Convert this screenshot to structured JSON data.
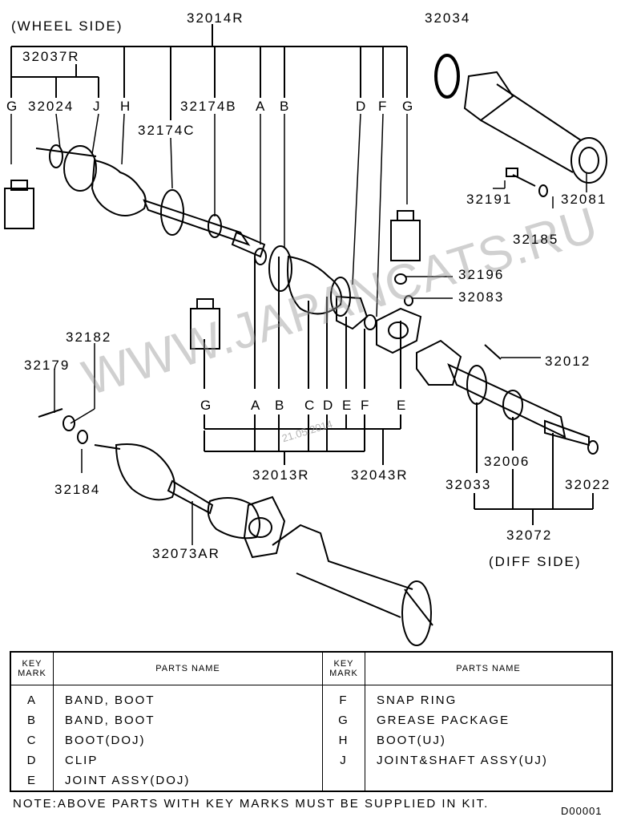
{
  "diagram": {
    "labels": {
      "wheel_side": "(WHEEL SIDE)",
      "diff_side": "(DIFF SIDE)",
      "p32014R": "32014R",
      "p32034": "32034",
      "p32037R": "32037R",
      "p32024": "32024",
      "p32174B": "32174B",
      "p32174C": "32174C",
      "p32191": "32191",
      "p32081": "32081",
      "p32185": "32185",
      "p32196": "32196",
      "p32083": "32083",
      "p32012": "32012",
      "p32182": "32182",
      "p32179": "32179",
      "p32184": "32184",
      "p32013R": "32013R",
      "p32043R": "32043R",
      "p32006": "32006",
      "p32033": "32033",
      "p32022": "32022",
      "p32072": "32072",
      "p32073AR": "32073AR"
    },
    "top_key_marks": [
      "G",
      "J",
      "H",
      "A",
      "B",
      "D",
      "F",
      "G"
    ],
    "bottom_key_marks": [
      "G",
      "A",
      "B",
      "C",
      "D",
      "E",
      "F",
      "E"
    ],
    "watermark": "WWW.JAPANCATS.RU",
    "date_stamp": "21.05.2014"
  },
  "key_table": {
    "headers": {
      "key_mark": "KEY MARK",
      "parts_name": "PARTS NAME"
    },
    "rows": [
      {
        "k1": "A",
        "n1": "BAND, BOOT",
        "k2": "F",
        "n2": "SNAP RING"
      },
      {
        "k1": "B",
        "n1": "BAND, BOOT",
        "k2": "G",
        "n2": "GREASE PACKAGE"
      },
      {
        "k1": "C",
        "n1": "BOOT(DOJ)",
        "k2": "H",
        "n2": "BOOT(UJ)"
      },
      {
        "k1": "D",
        "n1": "CLIP",
        "k2": "J",
        "n2": "JOINT&SHAFT ASSY(UJ)"
      },
      {
        "k1": "E",
        "n1": "JOINT ASSY(DOJ)",
        "k2": "",
        "n2": ""
      }
    ]
  },
  "note": "NOTE:ABOVE PARTS WITH KEY MARKS MUST BE SUPPLIED IN KIT.",
  "drawing_code": "D00001"
}
